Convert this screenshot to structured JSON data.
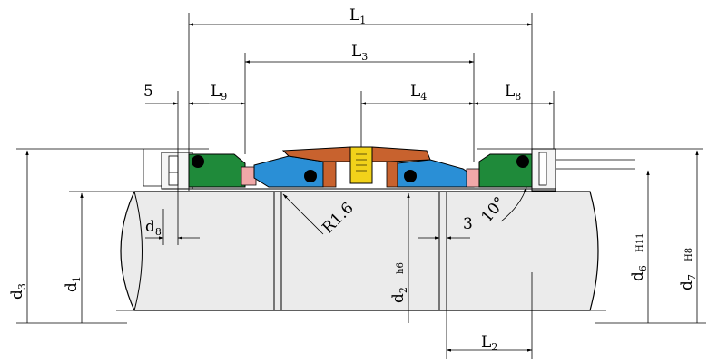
{
  "dims": {
    "L1": {
      "main": "L",
      "sub": "1"
    },
    "L2": {
      "main": "L",
      "sub": "2"
    },
    "L3": {
      "main": "L",
      "sub": "3"
    },
    "L4": {
      "main": "L",
      "sub": "4"
    },
    "L8": {
      "main": "L",
      "sub": "8"
    },
    "L9": {
      "main": "L",
      "sub": "9"
    },
    "d1": {
      "main": "d",
      "sub": "1"
    },
    "d2": {
      "main": "d",
      "sub": "2",
      "tol": "h6"
    },
    "d3": {
      "main": "d",
      "sub": "3"
    },
    "d6": {
      "main": "d",
      "sub": "6",
      "tol": "H11"
    },
    "d7": {
      "main": "d",
      "sub": "7",
      "tol": "H8"
    },
    "d8": {
      "main": "d",
      "sub": "8"
    }
  },
  "notes": {
    "five": "5",
    "three": "3",
    "radius": "R1.6",
    "angle": "10°"
  },
  "colors": {
    "green": "#1f8a3a",
    "blue": "#2a8fd6",
    "orange": "#c8622e",
    "yellow": "#f2d21a",
    "pink": "#f0a8a8",
    "black": "#000000"
  }
}
